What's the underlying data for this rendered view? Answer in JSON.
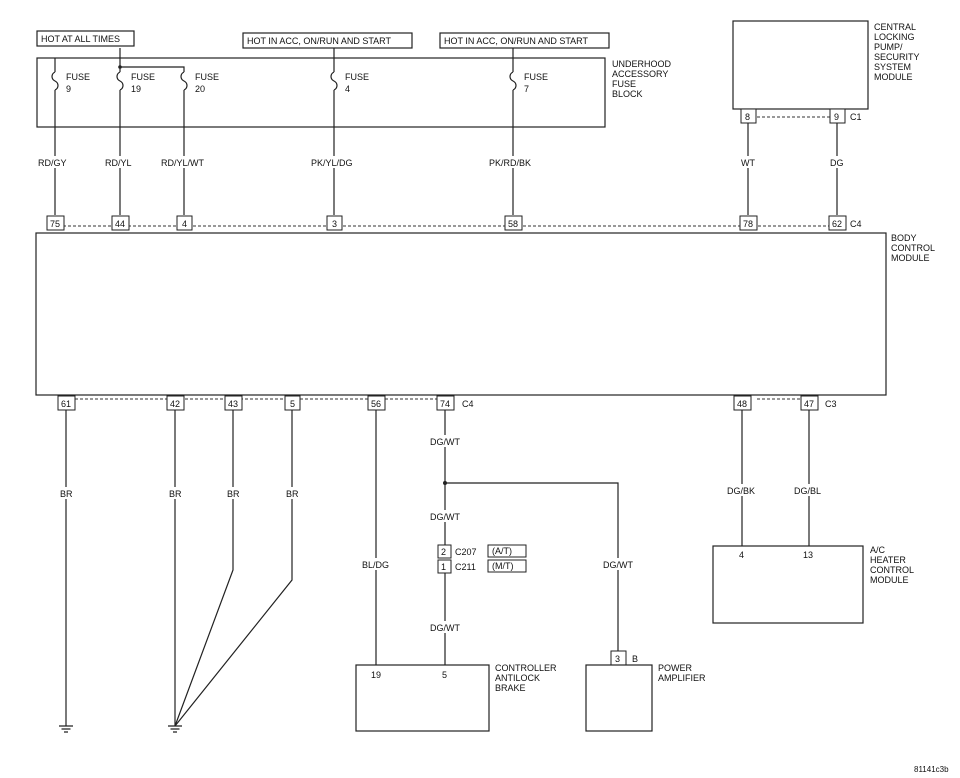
{
  "power_labels": {
    "hot_always": "HOT AT ALL TIMES",
    "hot_acc_1": "HOT IN ACC, ON/RUN AND START",
    "hot_acc_2": "HOT IN ACC, ON/RUN AND START"
  },
  "fuse_block": {
    "name_lines": [
      "UNDERHOOD",
      "ACCESSORY",
      "FUSE",
      "BLOCK"
    ],
    "fuses": [
      {
        "label": "FUSE",
        "number": "9"
      },
      {
        "label": "FUSE",
        "number": "19"
      },
      {
        "label": "FUSE",
        "number": "20"
      },
      {
        "label": "FUSE",
        "number": "4"
      },
      {
        "label": "FUSE",
        "number": "7"
      }
    ]
  },
  "central_locking": {
    "name_lines": [
      "CENTRAL",
      "LOCKING",
      "PUMP/",
      "SECURITY",
      "SYSTEM",
      "MODULE"
    ],
    "pins": [
      "8",
      "9"
    ],
    "connector": "C1"
  },
  "bcm": {
    "name_lines": [
      "BODY",
      "CONTROL",
      "MODULE"
    ],
    "top_pins": [
      "75",
      "44",
      "4",
      "3",
      "58",
      "78",
      "62"
    ],
    "top_connector": "C4",
    "bottom_pins": [
      "61",
      "42",
      "43",
      "5",
      "56",
      "74",
      "48",
      "47"
    ],
    "bottom_connector_c4": "C4",
    "bottom_connector_c3": "C3"
  },
  "wires_top": [
    "RD/GY",
    "RD/YL",
    "RD/YL/WT",
    "PK/YL/DG",
    "PK/RD/BK",
    "WT",
    "DG"
  ],
  "wires_bottom": {
    "br1": "BR",
    "br2": "BR",
    "br3": "BR",
    "br4": "BR",
    "bl_dg": "BL/DG",
    "dg_wt_1": "DG/WT",
    "dg_wt_2": "DG/WT",
    "dg_wt_3": "DG/WT",
    "dg_wt_4": "DG/WT",
    "dg_bk": "DG/BK",
    "dg_bl": "DG/BL"
  },
  "inline_connector": {
    "pin_at": "2",
    "conn_at": "C207",
    "tag_at": "(A/T)",
    "pin_mt": "1",
    "conn_mt": "C211",
    "tag_mt": "(M/T)"
  },
  "abs": {
    "name_lines": [
      "CONTROLLER",
      "ANTILOCK",
      "BRAKE"
    ],
    "pins": [
      "19",
      "5"
    ]
  },
  "power_amp": {
    "name_lines": [
      "POWER",
      "AMPLIFIER"
    ],
    "pin": "3",
    "connector": "B"
  },
  "ac_heater": {
    "name_lines": [
      "A/C",
      "HEATER",
      "CONTROL",
      "MODULE"
    ],
    "pins": [
      "4",
      "13"
    ]
  },
  "figure_id": "81141c3b"
}
